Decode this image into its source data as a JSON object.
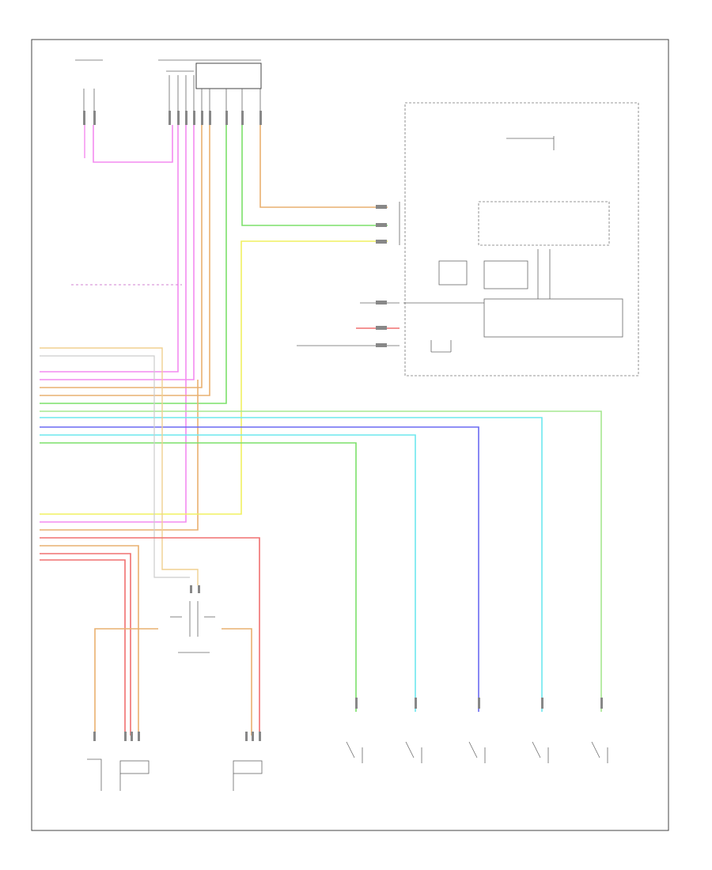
{
  "diagram": {
    "page_code": "",
    "colors": {
      "pink": "#f48cf0",
      "orange": "#e9b070",
      "green": "#7ce06a",
      "yellow": "#f0f060",
      "cyan": "#6de8ee",
      "blue": "#6a6af2",
      "lightgreen": "#a6e890",
      "red": "#f07070",
      "tan": "#e8c890",
      "grey": "#bbbbbb"
    },
    "wires": [
      {
        "id": "w1",
        "color": "pink"
      },
      {
        "id": "w2",
        "color": "orange"
      },
      {
        "id": "w3",
        "color": "green"
      },
      {
        "id": "w4",
        "color": "yellow"
      },
      {
        "id": "w5",
        "color": "cyan"
      },
      {
        "id": "w6",
        "color": "blue"
      },
      {
        "id": "w7",
        "color": "lightgreen"
      },
      {
        "id": "w8",
        "color": "red"
      }
    ]
  }
}
